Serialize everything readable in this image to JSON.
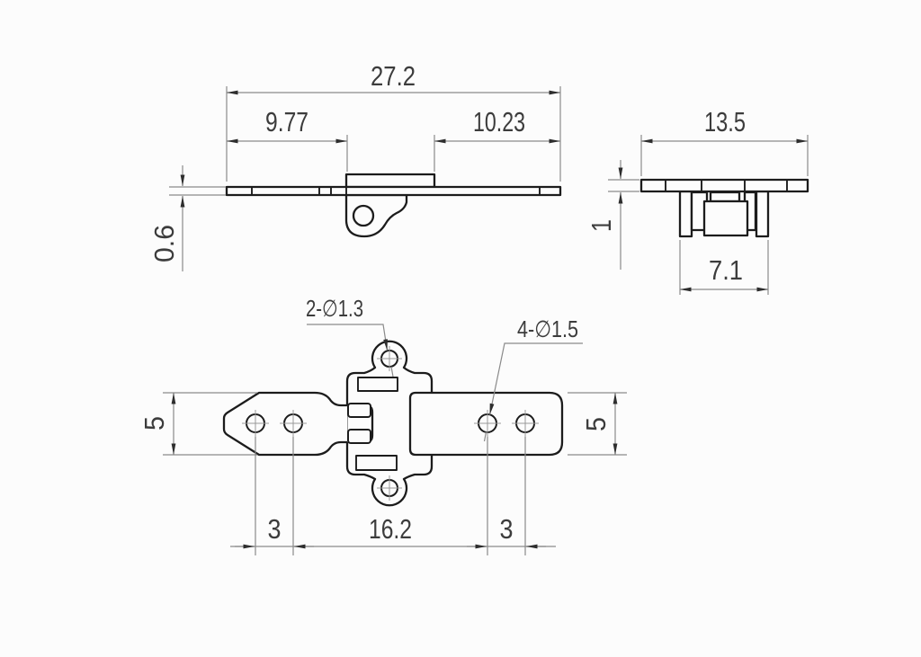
{
  "title": "hinge-engineering-drawing",
  "colors": {
    "background": "#fcfcfc",
    "outline": "#1c1c1c",
    "dimension_lines": "#8a8a8a",
    "arrows_and_text": "#3c3c3c"
  },
  "front_view": {
    "dim_total_width": "27.2",
    "dim_left_segment": "9.77",
    "dim_right_segment": "10.23",
    "dim_thickness": "0.6"
  },
  "end_view": {
    "dim_width": "13.5",
    "dim_plate_height": "1",
    "dim_base_width": "7.1"
  },
  "plan_view": {
    "dim_arm_width_left": "5",
    "dim_arm_width_right": "5",
    "dim_left_hole_pitch": "3",
    "dim_center_span": "16.2",
    "dim_right_hole_pitch": "3",
    "label_center_plate_holes": "2-∅1.3",
    "label_arm_holes": "4-∅1.5"
  }
}
